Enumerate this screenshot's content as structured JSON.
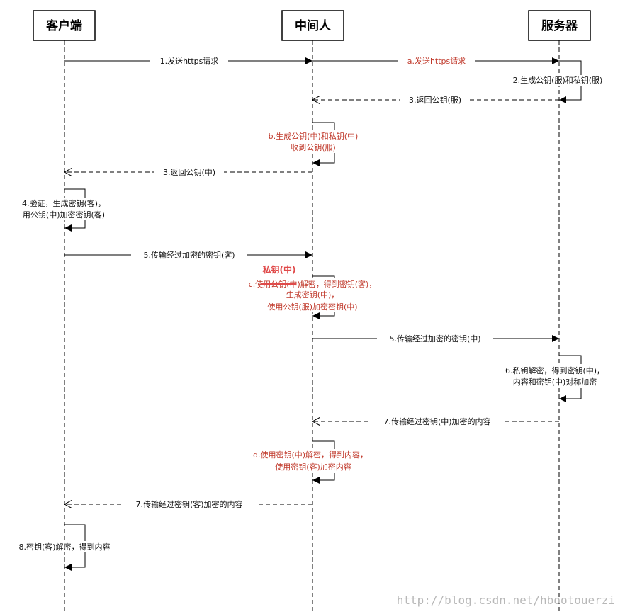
{
  "actors": {
    "client": "客户端",
    "mitm": "中间人",
    "server": "服务器"
  },
  "messages": {
    "m1": "1.发送https请求",
    "ma": "a.发送https请求",
    "m2": "2.生成公钥(服)和私钥(服)",
    "m3_server": "3.返回公钥(服)",
    "mb_line1": "b.生成公钥(中)和私钥(中)",
    "mb_line2": "收到公钥(服)",
    "m3_mitm": "3.返回公钥(中)",
    "m4_line1": "4.验证，生成密钥(客)，",
    "m4_line2": "用公钥(中)加密密钥(客)",
    "m5_client": "5.传输经过加密的密钥(客)",
    "mc_annotation": "私钥(中)",
    "mc_line1": "c.使用公钥(中)解密，得到密钥(客)，",
    "mc_line2": "生成密钥(中)，",
    "mc_line3": "使用公钥(服)加密密钥(中)",
    "m5_mitm": "5.传输经过加密的密钥(中)",
    "m6_line1": "6.私钥解密，得到密钥(中)，",
    "m6_line2": "内容和密钥(中)对称加密",
    "m7_server": "7.传输经过密钥(中)加密的内容",
    "md_line1": "d.使用密钥(中)解密，得到内容，",
    "md_line2": "使用密钥(客)加密内容",
    "m7_mitm": "7.传输经过密钥(客)加密的内容",
    "m8": "8.密钥(客)解密，得到内容"
  },
  "watermark": "http://blog.csdn.net/hbootouerzi",
  "colors": {
    "line": "#000000",
    "red_text": "#c0392b",
    "strike": "#e04a4a",
    "watermark": "#b8b8b8"
  }
}
